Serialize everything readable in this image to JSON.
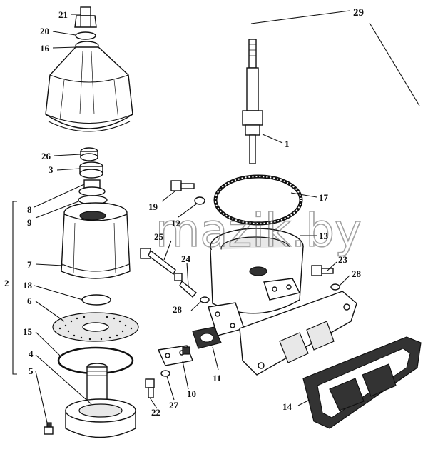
{
  "watermark": "mazik.by",
  "labels": {
    "l1": "1",
    "l2": "2",
    "l3": "3",
    "l4": "4",
    "l5": "5",
    "l6": "6",
    "l7": "7",
    "l8": "8",
    "l9": "9",
    "l10": "10",
    "l11": "11",
    "l12": "12",
    "l13": "13",
    "l14": "14",
    "l15": "15",
    "l16": "16",
    "l17": "17",
    "l18": "18",
    "l19": "19",
    "l20": "20",
    "l21": "21",
    "l22": "22",
    "l23": "23",
    "l24": "24",
    "l25": "25",
    "l26": "26",
    "l27": "27",
    "l28a": "28",
    "l28b": "28",
    "l29": "29"
  }
}
